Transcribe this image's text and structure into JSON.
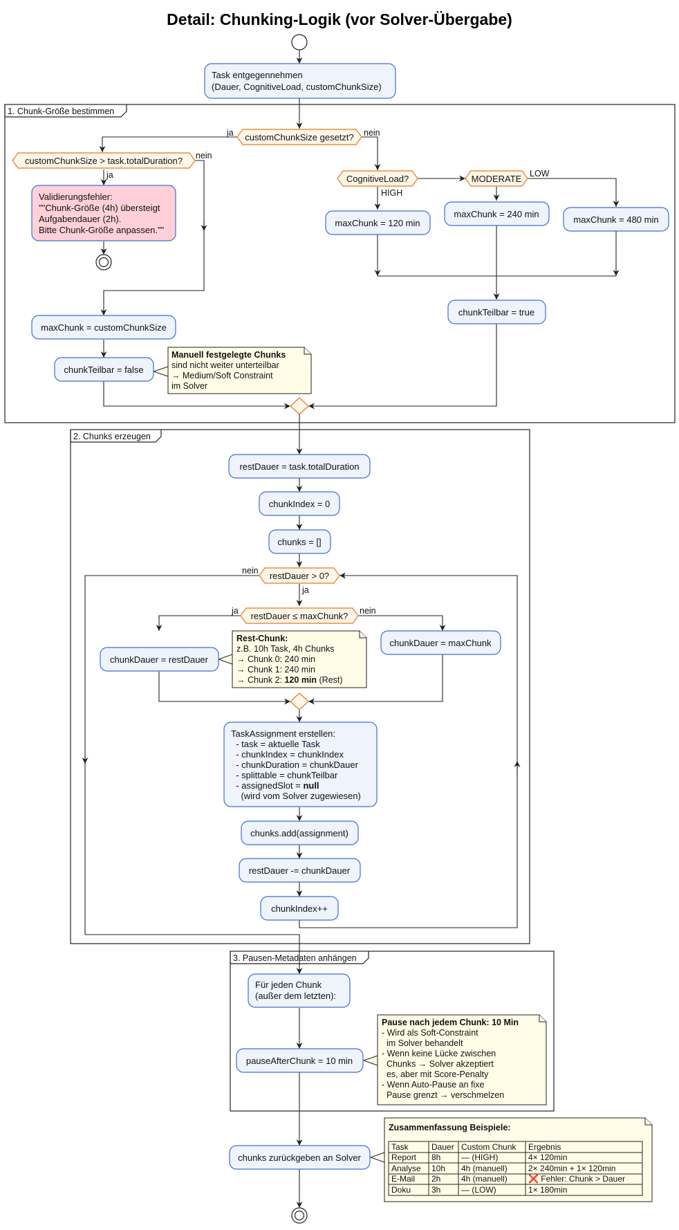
{
  "title": "Detail: Chunking-Logik (vor Solver-Übergabe)",
  "frames": {
    "f1": "1. Chunk-Größe bestimmen",
    "f2": "2. Chunks erzeugen",
    "f3": "3. Pausen-Metadaten anhängen"
  },
  "nodes": {
    "receive": [
      "Task entgegennehmen",
      "(Dauer, CognitiveLoad, customChunkSize)"
    ],
    "custom_set": "customChunkSize gesetzt?",
    "custom_gt": "customChunkSize > task.totalDuration?",
    "error": [
      "Validierungsfehler:",
      "\"\"Chunk-Größe (4h) übersteigt",
      "Aufgabendauer (2h).",
      "Bitte Chunk-Größe anpassen.\"\""
    ],
    "max_custom": "maxChunk = customChunkSize",
    "teilbar_false": "chunkTeilbar = false",
    "cogload": "CognitiveLoad?",
    "moderate": "MODERATE",
    "max120": "maxChunk = 120 min",
    "max240": "maxChunk = 240 min",
    "max480": "maxChunk = 480 min",
    "teilbar_true": "chunkTeilbar = true",
    "rest_init": "restDauer = task.totalDuration",
    "index_init": "chunkIndex = 0",
    "chunks_init": "chunks = []",
    "rest_gt0": "restDauer > 0?",
    "rest_le_max": "restDauer ≤ maxChunk?",
    "dauer_rest": "chunkDauer = restDauer",
    "dauer_max": "chunkDauer = maxChunk",
    "assignment": {
      "l1": "TaskAssignment erstellen:",
      "l2": "- task = aktuelle Task",
      "l3": "- chunkIndex = chunkIndex",
      "l4": "- chunkDuration = chunkDauer",
      "l5": "- splittable = chunkTeilbar",
      "l6a": "- assignedSlot = ",
      "l6b": "null",
      "l7": "(wird vom Solver zugewiesen)"
    },
    "add": "chunks.add(assignment)",
    "rest_minus": "restDauer -= chunkDauer",
    "index_inc": "chunkIndex++",
    "each_chunk": [
      "Für jeden Chunk",
      "(außer dem letzten):"
    ],
    "pause": "pauseAfterChunk = 10 min",
    "return": "chunks zurückgeben an Solver"
  },
  "labels": {
    "ja": "ja",
    "nein": "nein",
    "high": "HIGH",
    "low": "LOW"
  },
  "notes": {
    "manual": {
      "bold": "Manuell festgelegte Chunks",
      "lines": [
        "sind nicht weiter unterteilbar",
        "→ Medium/Soft Constraint",
        "im Solver"
      ]
    },
    "rest": {
      "bold": "Rest-Chunk:",
      "l1": "z.B. 10h Task, 4h Chunks",
      "l2": "→ Chunk 0: 240 min",
      "l3": "→ Chunk 1: 240 min",
      "l4a": "→ Chunk 2: ",
      "l4b": "120 min",
      "l4c": " (Rest)"
    },
    "pause": {
      "bold": "Pause nach jedem Chunk: 10 Min",
      "lines": [
        "- Wird als Soft-Constraint",
        "  im Solver behandelt",
        "- Wenn keine Lücke zwischen",
        "  Chunks → Solver akzeptiert",
        "  es, aber mit Score-Penalty",
        "- Wenn Auto-Pause an fixe",
        "  Pause grenzt → verschmelzen"
      ]
    },
    "summary": {
      "bold": "Zusammenfassung Beispiele:",
      "headers": [
        "Task",
        "Dauer",
        "Custom Chunk",
        "Ergebnis"
      ],
      "rows": [
        [
          "Report",
          "8h",
          "— (HIGH)",
          "4× 120min"
        ],
        [
          "Analyse",
          "10h",
          "4h (manuell)",
          "2× 240min + 1× 120min"
        ],
        [
          "E-Mail",
          "2h",
          "4h (manuell)",
          "❌ Fehler: Chunk > Dauer"
        ],
        [
          "Doku",
          "3h",
          "— (LOW)",
          "1× 180min"
        ]
      ]
    }
  },
  "colors": {
    "activity_fill": "#eef3fc",
    "activity_stroke": "#3f6fcf",
    "error_fill": "#ffd0d8",
    "decision_fill": "#fff6e8",
    "decision_stroke": "#e07a25",
    "note_fill": "#fffde8"
  }
}
